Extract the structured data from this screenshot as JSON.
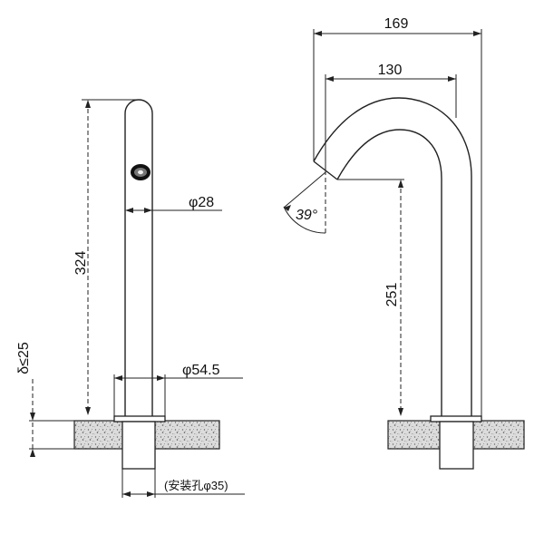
{
  "dimensions": {
    "height_total": "324",
    "spout_diameter": "φ28",
    "base_diameter": "φ54.5",
    "deck_thickness": "δ≤25",
    "mount_hole": "(安装孔φ35)",
    "overall_width": "169",
    "spout_reach": "130",
    "spout_height": "251",
    "spout_angle": "39°"
  }
}
